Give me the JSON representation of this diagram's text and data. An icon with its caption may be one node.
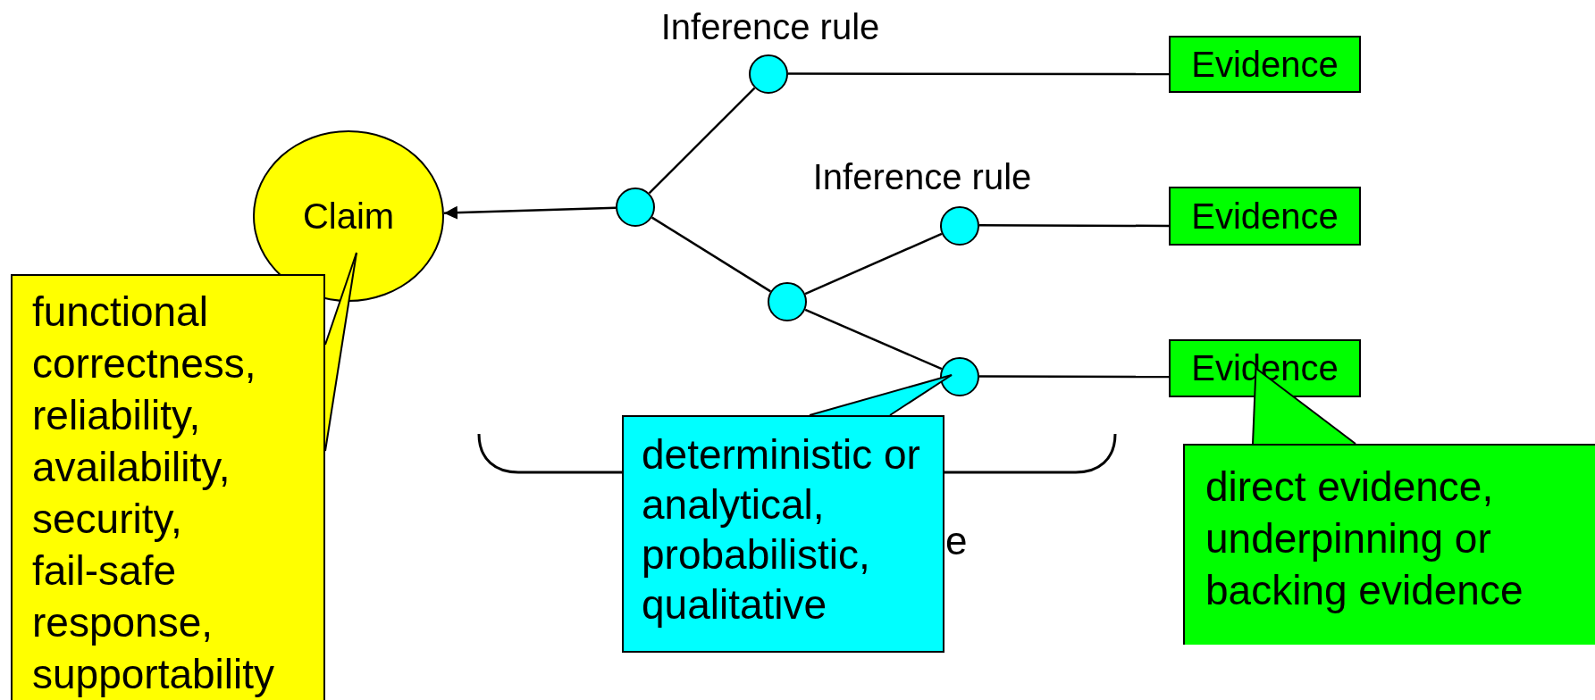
{
  "diagram": {
    "nodes": [
      {
        "text": [
          "Claim"
        ]
      },
      {
        "text": [],
        "shape": "circle"
      },
      {
        "text": [],
        "shape": "circle",
        "beside": [
          "Inference rule"
        ]
      },
      {
        "text": [
          "Evidence"
        ]
      },
      {
        "text": [],
        "shape": "circle"
      },
      {
        "text": [],
        "shape": "circle",
        "beside": [
          "Inference rule"
        ]
      },
      {
        "text": [
          "Evidence"
        ]
      },
      {
        "text": [],
        "shape": "circle"
      },
      {
        "text": [
          "Evidence"
        ]
      },
      {
        "text": [
          "functional correctness, reliability, availability, security, fail-safe response, supportability"
        ]
      },
      {
        "text": [
          "deterministic or analytical, probabilistic, qualitative"
        ]
      },
      {
        "text": [
          "direct evidence, underpinning or backing evidence"
        ]
      }
    ],
    "edges": [
      {
        "from": 1,
        "to": 0,
        "arrow": "to"
      },
      {
        "from": 1,
        "to": 2,
        "arrow": "none"
      },
      {
        "from": 2,
        "to": 3,
        "arrow": "none"
      },
      {
        "from": 1,
        "to": 4,
        "arrow": "none"
      },
      {
        "from": 4,
        "to": 5,
        "arrow": "none"
      },
      {
        "from": 5,
        "to": 6,
        "arrow": "none"
      },
      {
        "from": 4,
        "to": 7,
        "arrow": "none"
      },
      {
        "from": 7,
        "to": 8,
        "arrow": "none"
      },
      {
        "from": 9,
        "to": 0,
        "arrow": "none"
      },
      {
        "from": 10,
        "to": 7,
        "arrow": "none"
      },
      {
        "from": 11,
        "to": 8,
        "arrow": "none"
      }
    ],
    "labels": [
      "e"
    ]
  }
}
